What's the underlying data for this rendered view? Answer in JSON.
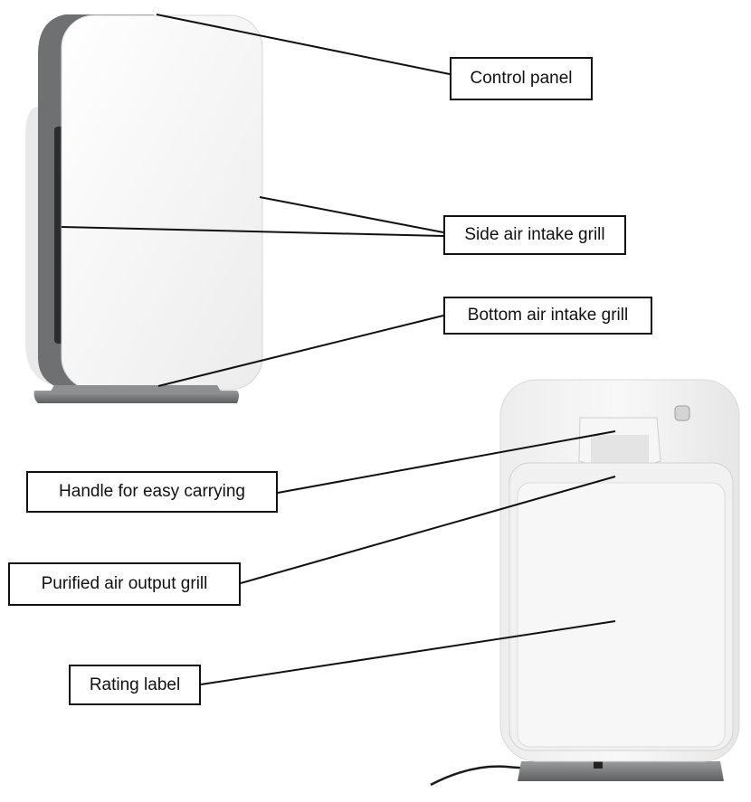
{
  "labels": {
    "control_panel": "Control panel",
    "side_air_intake_grill": "Side air intake grill",
    "bottom_air_intake_grill": "Bottom air intake grill",
    "handle_for_easy_carrying": "Handle for easy carrying",
    "purified_air_output_grill": "Purified air output grill",
    "rating_label": "Rating label"
  },
  "colors": {
    "line": "#111111",
    "device_white": "#f4f4f4",
    "frame_grey": "#6f7072",
    "base_grey": "#7a7b7d"
  }
}
